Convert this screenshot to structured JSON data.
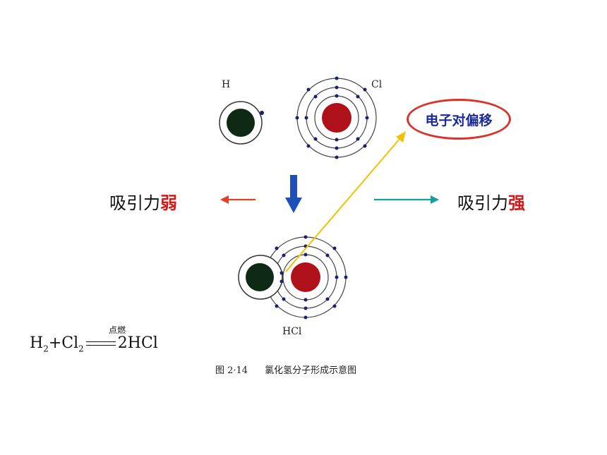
{
  "atoms": {
    "h_label": "H",
    "cl_label": "Cl",
    "hcl_label": "HCl"
  },
  "annotation": {
    "electron_shift": "电子对偏移"
  },
  "left_label": {
    "prefix": "吸引力",
    "emphasis": "弱"
  },
  "right_label": {
    "prefix": "吸引力",
    "emphasis": "强"
  },
  "equation": {
    "h": "H",
    "h_sub": "2",
    "plus": "+",
    "cl": "Cl",
    "cl_sub": "2",
    "condition": "点燃",
    "product": "2HCl"
  },
  "caption": {
    "number": "图 2·14",
    "text": "氯化氢分子形成示意图"
  },
  "colors": {
    "h_nucleus": "#0f2a14",
    "cl_nucleus": "#b0101a",
    "electron": "#1a2070",
    "down_arrow": "#1f4fb8",
    "left_arrow": "#e0402a",
    "right_arrow": "#15a09a",
    "shift_arrow": "#f2c200",
    "bubble_border": "#d8342a"
  }
}
